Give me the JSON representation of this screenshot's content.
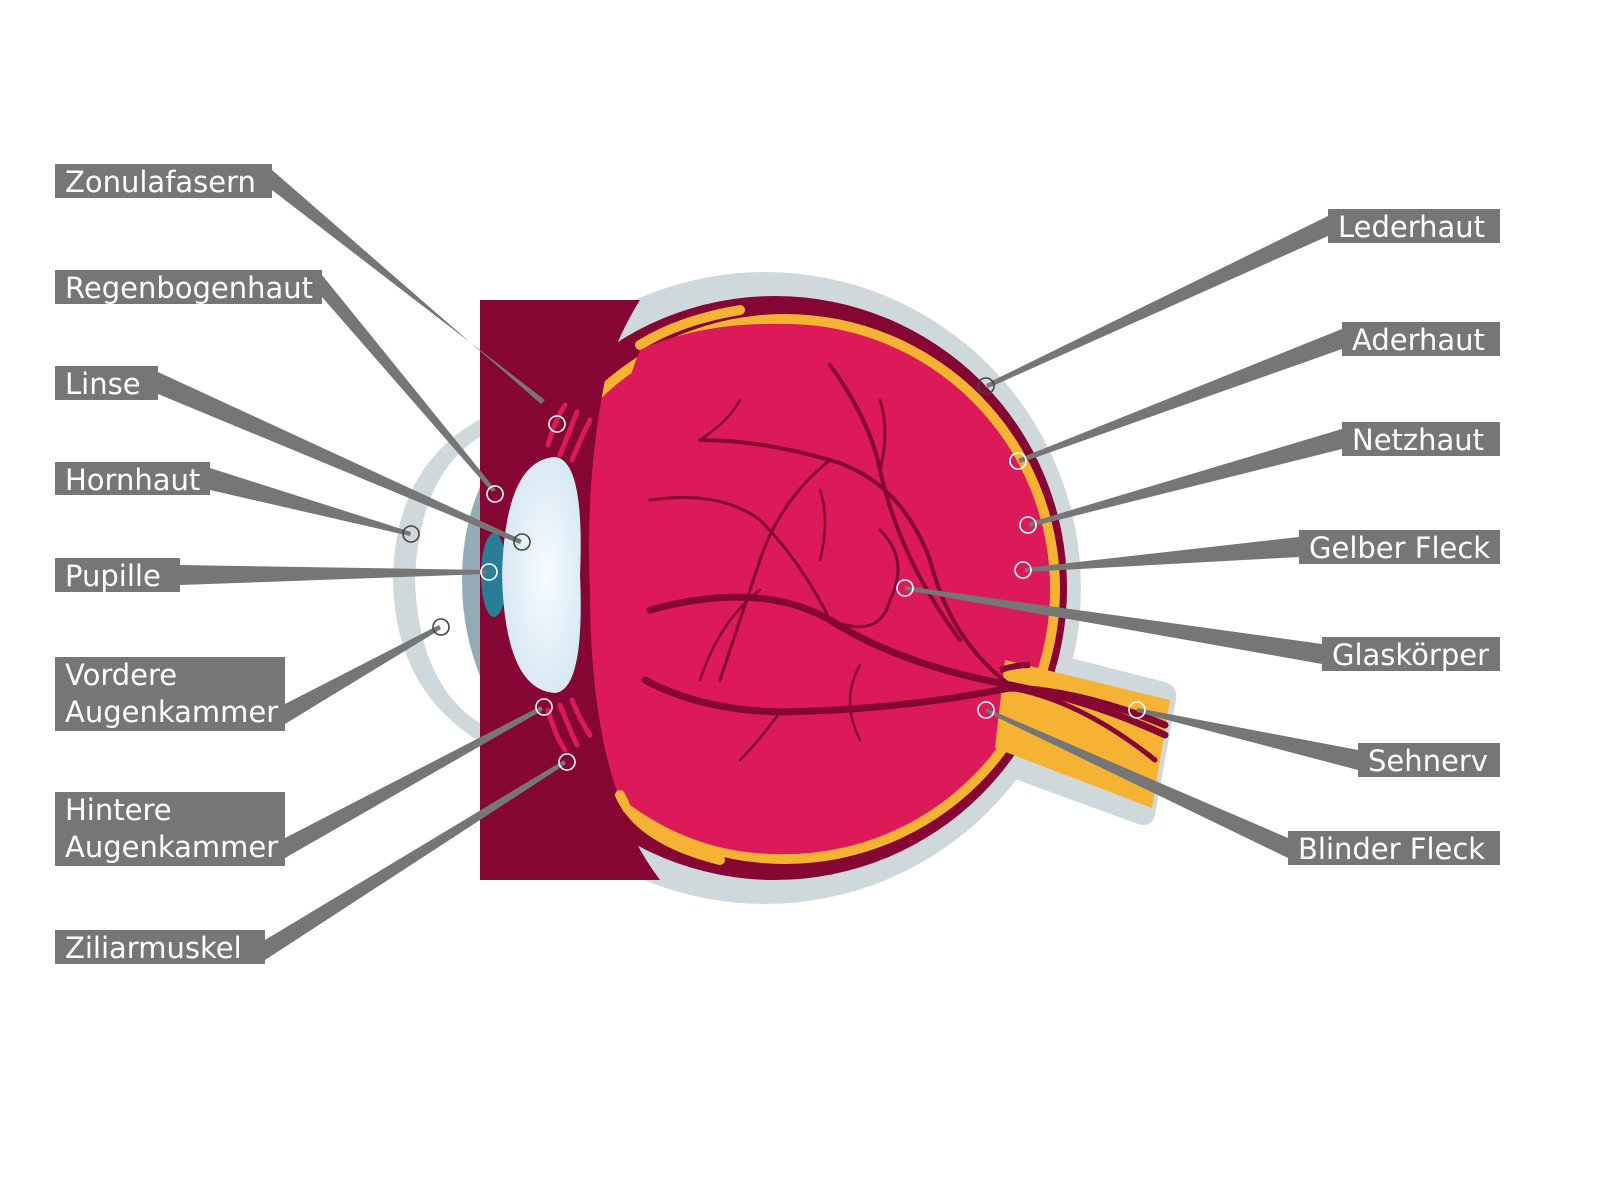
{
  "title": "Aufbau des menschlichen Auges",
  "colors": {
    "vitreous": "#dc1a5a",
    "sclera_inner": "#850632",
    "retina": "#f6b232",
    "outer": "#cfd9dc",
    "iris": "#94acb5",
    "pupil": "#2a7d99",
    "label_bg": "#767676"
  },
  "labels_left": [
    {
      "text": "Zonulafasern"
    },
    {
      "text": "Regenbogenhaut"
    },
    {
      "text": "Linse"
    },
    {
      "text": "Hornhaut"
    },
    {
      "text": "Pupille"
    },
    {
      "line1": "Vordere",
      "line2": "Augenkammer"
    },
    {
      "line1": "Hintere",
      "line2": "Augenkammer"
    },
    {
      "text": "Ziliarmuskel"
    }
  ],
  "labels_right": [
    {
      "text": "Lederhaut"
    },
    {
      "text": "Aderhaut"
    },
    {
      "text": "Netzhaut"
    },
    {
      "text": "Gelber Fleck"
    },
    {
      "text": "Glaskörper"
    },
    {
      "text": "Sehnerv"
    },
    {
      "text": "Blinder Fleck"
    }
  ]
}
